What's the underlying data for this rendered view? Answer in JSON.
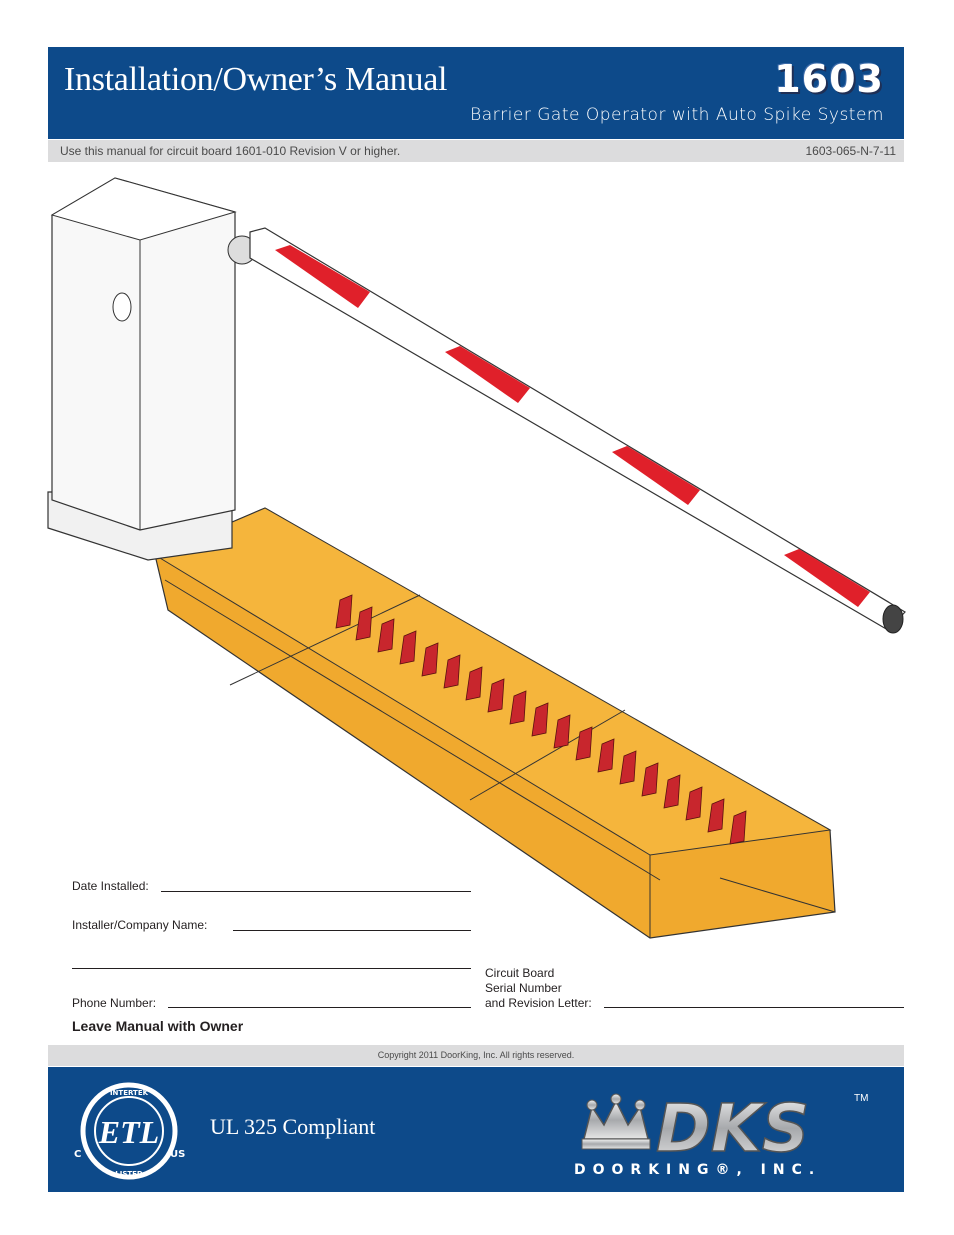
{
  "header": {
    "title": "Installation/Owner’s Manual",
    "model": "1603",
    "subtitle": "Barrier Gate Operator with Auto Spike System"
  },
  "info_strip": {
    "note": "Use this manual for circuit board 1601-010 Revision V or higher.",
    "doc_number": "1603-065-N-7-11"
  },
  "form": {
    "date_installed_label": "Date Installed:",
    "installer_label": "Installer/Company Name:",
    "phone_label": "Phone Number:",
    "circuit_board_label_1": "Circuit Board",
    "circuit_board_label_2": "Serial Number",
    "circuit_board_label_3": "and Revision Letter:",
    "leave_manual": "Leave Manual with Owner"
  },
  "copyright": "Copyright 2011 DoorKing, Inc. All rights reserved.",
  "footer": {
    "ul_text": "UL 325 Compliant",
    "etl": {
      "top_text": "INTERTEK",
      "bottom_text": "LISTED",
      "left_mark": "C",
      "right_mark": "US",
      "center_mark": "ETL"
    },
    "logo_text": "DKS",
    "company": "DOORKING®, INC.",
    "trademark": "TM"
  },
  "colors": {
    "brand_blue": "#0d4a8a",
    "strip_gray": "#dcdcdd",
    "spike_plate_orange": "#f0a92e",
    "spike_red": "#c8262d",
    "arm_red": "#e0202a"
  }
}
